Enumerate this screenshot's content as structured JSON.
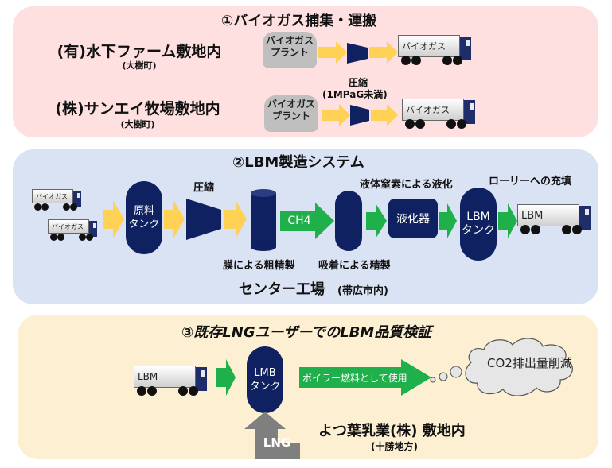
{
  "section1": {
    "title": "①バイオガス捕集・運搬",
    "farms": [
      {
        "name": "(有)水下ファーム敷地内",
        "location": "(大樹町)"
      },
      {
        "name": "(株)サンエイ牧場敷地内",
        "location": "(大樹町)"
      }
    ],
    "plant_label_line1": "バイオガス",
    "plant_label_line2": "プラント",
    "truck_label": "バイオガス",
    "compress_label": "圧縮",
    "compress_note": "(1MPaG未満)"
  },
  "section2": {
    "title": "②LBM製造システム",
    "truck_label": "バイオガス",
    "raw_tank_line1": "原料",
    "raw_tank_line2": "タンク",
    "compress_label": "圧縮",
    "membrane_label": "膜による粗精製",
    "ch4_label": "CH4",
    "adsorption_label": "吸着による精製",
    "liquefaction_label": "液体窒素による液化",
    "liquefier_label": "液化器",
    "lbm_tank_line1": "LBM",
    "lbm_tank_line2": "タンク",
    "filling_label": "ローリーへの充填",
    "lbm_truck_label": "LBM",
    "factory_name": "センター工場",
    "factory_location": "(帯広市内)"
  },
  "section3": {
    "title": "③既存LNGユーザーでのLBM品質検証",
    "truck_label": "LBM",
    "tank_line1": "LMB",
    "tank_line2": "タンク",
    "boiler_label": "ボイラー燃料として使用",
    "co2_label": "CO2排出量削減",
    "lng_label": "LNG",
    "company_name": "よつ葉乳業(株) 敷地内",
    "company_location": "(十勝地方)"
  },
  "colors": {
    "panel1_bg": "#fde0df",
    "panel2_bg": "#dae3f3",
    "panel3_bg": "#fdf0d2",
    "navy": "#0f2160",
    "yellow_arrow": "#ffd154",
    "green_arrow": "#20b04b",
    "gray_arrow": "#7f7f7f"
  }
}
